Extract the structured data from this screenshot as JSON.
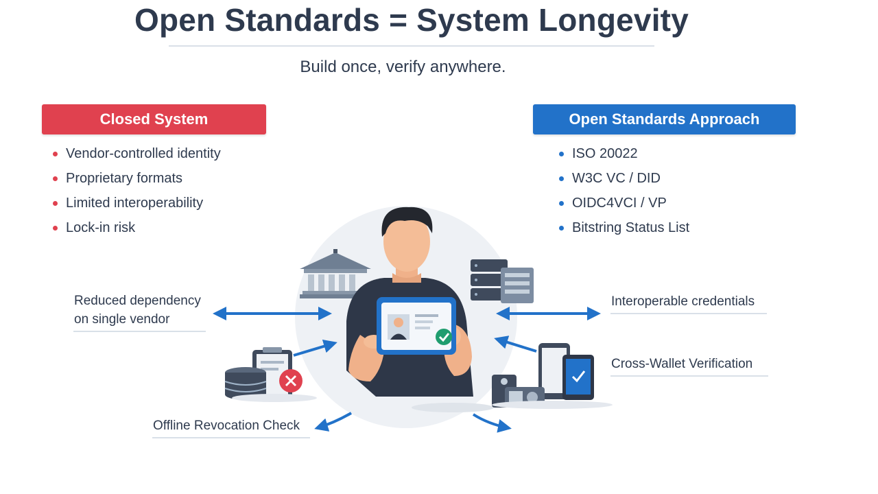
{
  "title": "Open Standards = System Longevity",
  "subtitle": "Build once, verify anywhere.",
  "closed": {
    "header": "Closed System",
    "items": [
      "Vendor-controlled identity",
      "Proprietary formats",
      "Limited interoperability",
      "Lock-in risk"
    ]
  },
  "open": {
    "header": "Open Standards Approach",
    "items": [
      "ISO 20022",
      "W3C VC / DID",
      "OIDC4VCI / VP",
      "Bitstring Status List"
    ]
  },
  "labels": {
    "reduced_dependency_line1": "Reduced dependency",
    "reduced_dependency_line2": "on single vendor",
    "offline_revocation": "Offline Revocation Check",
    "interoperable_credentials": "Interoperable credentials",
    "cross_wallet": "Cross-Wallet Verification"
  },
  "colors": {
    "closed_accent": "#e0414f",
    "open_accent": "#2272c9",
    "text": "#2e3a4e"
  },
  "icons": [
    "bank-icon",
    "server-icon",
    "person-icon",
    "id-card-icon",
    "check-icon",
    "database-icon",
    "clipboard-icon",
    "x-icon",
    "phone-icon",
    "tablet-icon",
    "device-icon"
  ]
}
